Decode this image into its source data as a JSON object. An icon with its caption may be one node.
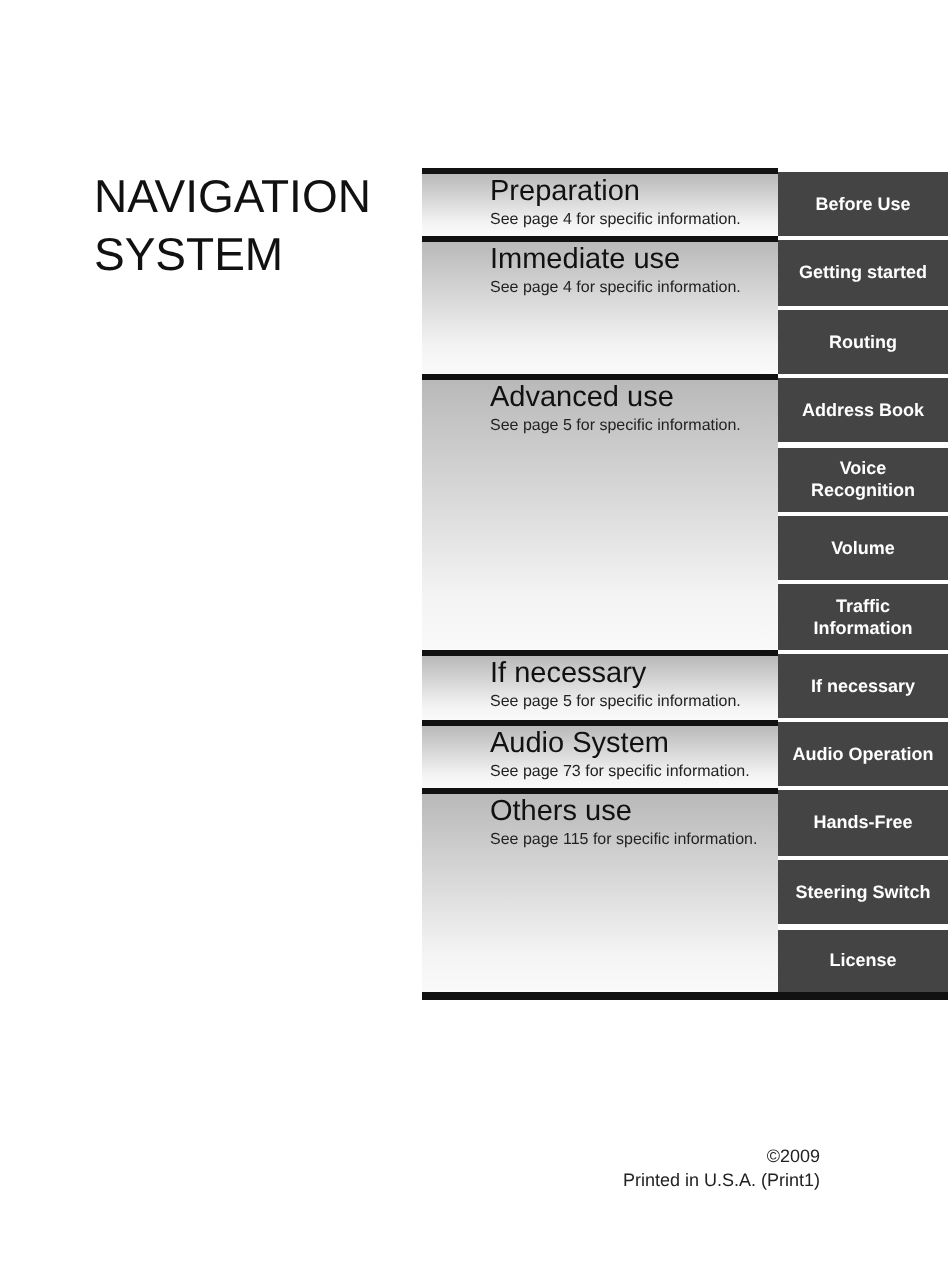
{
  "diagram": {
    "title": "NAVIGATION SYSTEM",
    "nodes": [
      {
        "text": [
          "Preparation",
          "See page 4 for specific information."
        ]
      },
      {
        "text": [
          "Before Use"
        ]
      },
      {
        "text": [
          "Immediate use",
          "See page 4 for specific information."
        ]
      },
      {
        "text": [
          "Getting started"
        ]
      },
      {
        "text": [
          "Routing"
        ]
      },
      {
        "text": [
          "Advanced use",
          "See page 5 for specific information."
        ]
      },
      {
        "text": [
          "Address Book"
        ]
      },
      {
        "text": [
          "Voice Recognition"
        ]
      },
      {
        "text": [
          "Volume"
        ]
      },
      {
        "text": [
          "Traffic Information"
        ]
      },
      {
        "text": [
          "If necessary",
          "See page 5 for specific information."
        ]
      },
      {
        "text": [
          "If necessary"
        ]
      },
      {
        "text": [
          "Audio System",
          "See page 73 for specific information."
        ]
      },
      {
        "text": [
          "Audio Operation"
        ]
      },
      {
        "text": [
          "Others use",
          "See page 115 for specific information."
        ]
      },
      {
        "text": [
          "Hands-Free"
        ]
      },
      {
        "text": [
          "Steering Switch"
        ]
      },
      {
        "text": [
          "License"
        ]
      }
    ],
    "labels": [
      "©2009",
      "Printed in U.S.A. (Print1)"
    ]
  }
}
